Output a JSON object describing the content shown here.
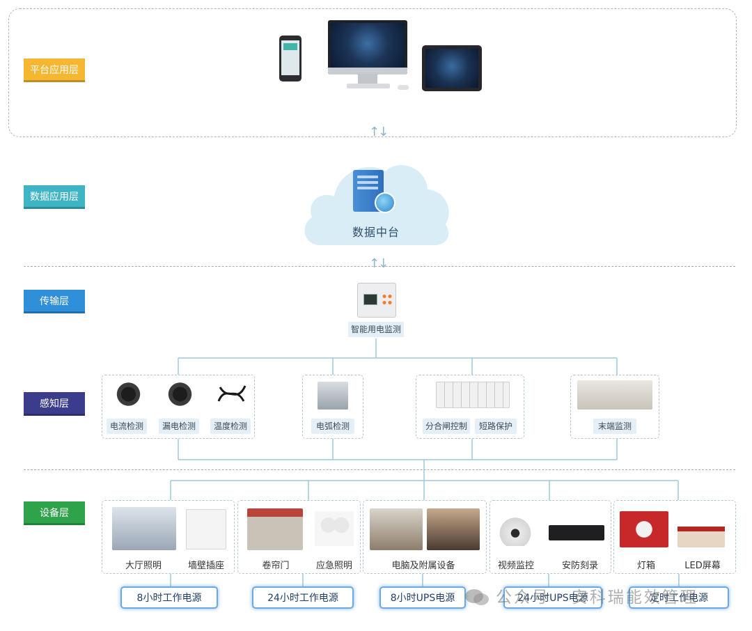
{
  "layers": {
    "platform": "平台应用层",
    "data": "数据应用层",
    "transport": "传输层",
    "perception": "感知层",
    "device": "设备层"
  },
  "colors": {
    "platform": "#f5b732",
    "data": "#3fb4c4",
    "transport": "#2f8fd8",
    "perception": "#3b3c8c",
    "device": "#2fa34a",
    "line": "#9cc8dc",
    "glow": "#6aa9e4"
  },
  "cloud_label": "数据中台",
  "meter_label": "智能用电监测",
  "perception": {
    "current": "电流检测",
    "leakage": "漏电检测",
    "temperature": "温度检测",
    "arc": "电弧检测",
    "switch_control": "分合闸控制",
    "short_circuit": "短路保护",
    "terminal": "末端监测"
  },
  "devices": {
    "hall_lighting": "大厅照明",
    "wall_socket": "墙壁插座",
    "rolling_door": "卷帘门",
    "emergency_lighting": "应急照明",
    "computer": "电脑及附属设备",
    "video": "视频监控",
    "recorder": "安防刻录",
    "lightbox": "灯箱",
    "led_screen": "LED屏幕"
  },
  "power": {
    "p1": "8小时工作电源",
    "p2": "24小时工作电源",
    "p3": "8小时UPS电源",
    "p4": "24小时UPS电源",
    "p5": "定时工作电源"
  },
  "watermark": "公众号 · 安科瑞能效管理"
}
